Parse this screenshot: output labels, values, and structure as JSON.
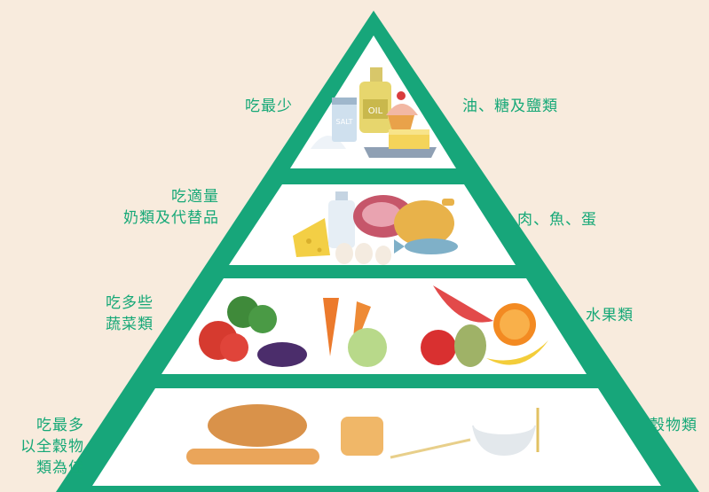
{
  "colors": {
    "background": "#f8ebdd",
    "pyramid_green": "#17a67a",
    "label_green": "#16a877",
    "tier_fill": "#ffffff"
  },
  "tiers": [
    {
      "left_label": "吃最少",
      "right_label": "油、糖及鹽類",
      "icons": [
        "salt-shaker-icon",
        "oil-bottle-icon",
        "cupcake-icon",
        "butter-icon"
      ]
    },
    {
      "left_label_lines": [
        "吃適量",
        "奶類及代替品"
      ],
      "right_label": "肉、魚、蛋",
      "icons": [
        "cheese-icon",
        "milk-bottle-icon",
        "ham-icon",
        "roast-chicken-icon",
        "eggs-icon",
        "fish-icon"
      ]
    },
    {
      "left_label_lines": [
        "吃多些",
        "蔬菜類"
      ],
      "right_label": "水果類",
      "icons": [
        "tomato-icon",
        "broccoli-icon",
        "eggplant-icon",
        "carrot-icon",
        "cabbage-icon",
        "watermelon-icon",
        "apple-icon",
        "pear-icon",
        "orange-icon",
        "banana-icon"
      ]
    },
    {
      "left_label_lines": [
        "吃最多",
        "以全穀物",
        "類為佳"
      ],
      "right_label": "穀物類",
      "icons": [
        "bread-loaf-icon",
        "baguette-icon",
        "sliced-bread-icon",
        "pasta-icon",
        "rice-bowl-icon",
        "wheat-icon"
      ]
    }
  ]
}
